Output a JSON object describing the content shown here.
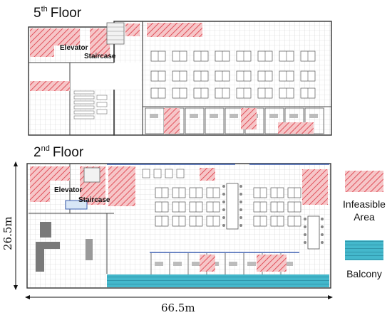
{
  "floors": {
    "fifth": {
      "label": "5",
      "suffix": "th",
      "word": "Floor"
    },
    "second": {
      "label": "2",
      "suffix": "nd",
      "word": "Floor"
    }
  },
  "labels": {
    "elevator": "Elevator",
    "staircase": "Staircase"
  },
  "legend": {
    "infeasible_line1": "Infeasible",
    "infeasible_line2": "Area",
    "balcony": "Balcony"
  },
  "dimensions": {
    "height": "26.5m",
    "width": "66.5m"
  },
  "colors": {
    "hatch": "#e0505a",
    "balcony": "#44b8cc",
    "grid": "#d0d0d0",
    "wall": "#333333",
    "desk": "#bcbcbc",
    "pillar": "#7a7a7a"
  }
}
